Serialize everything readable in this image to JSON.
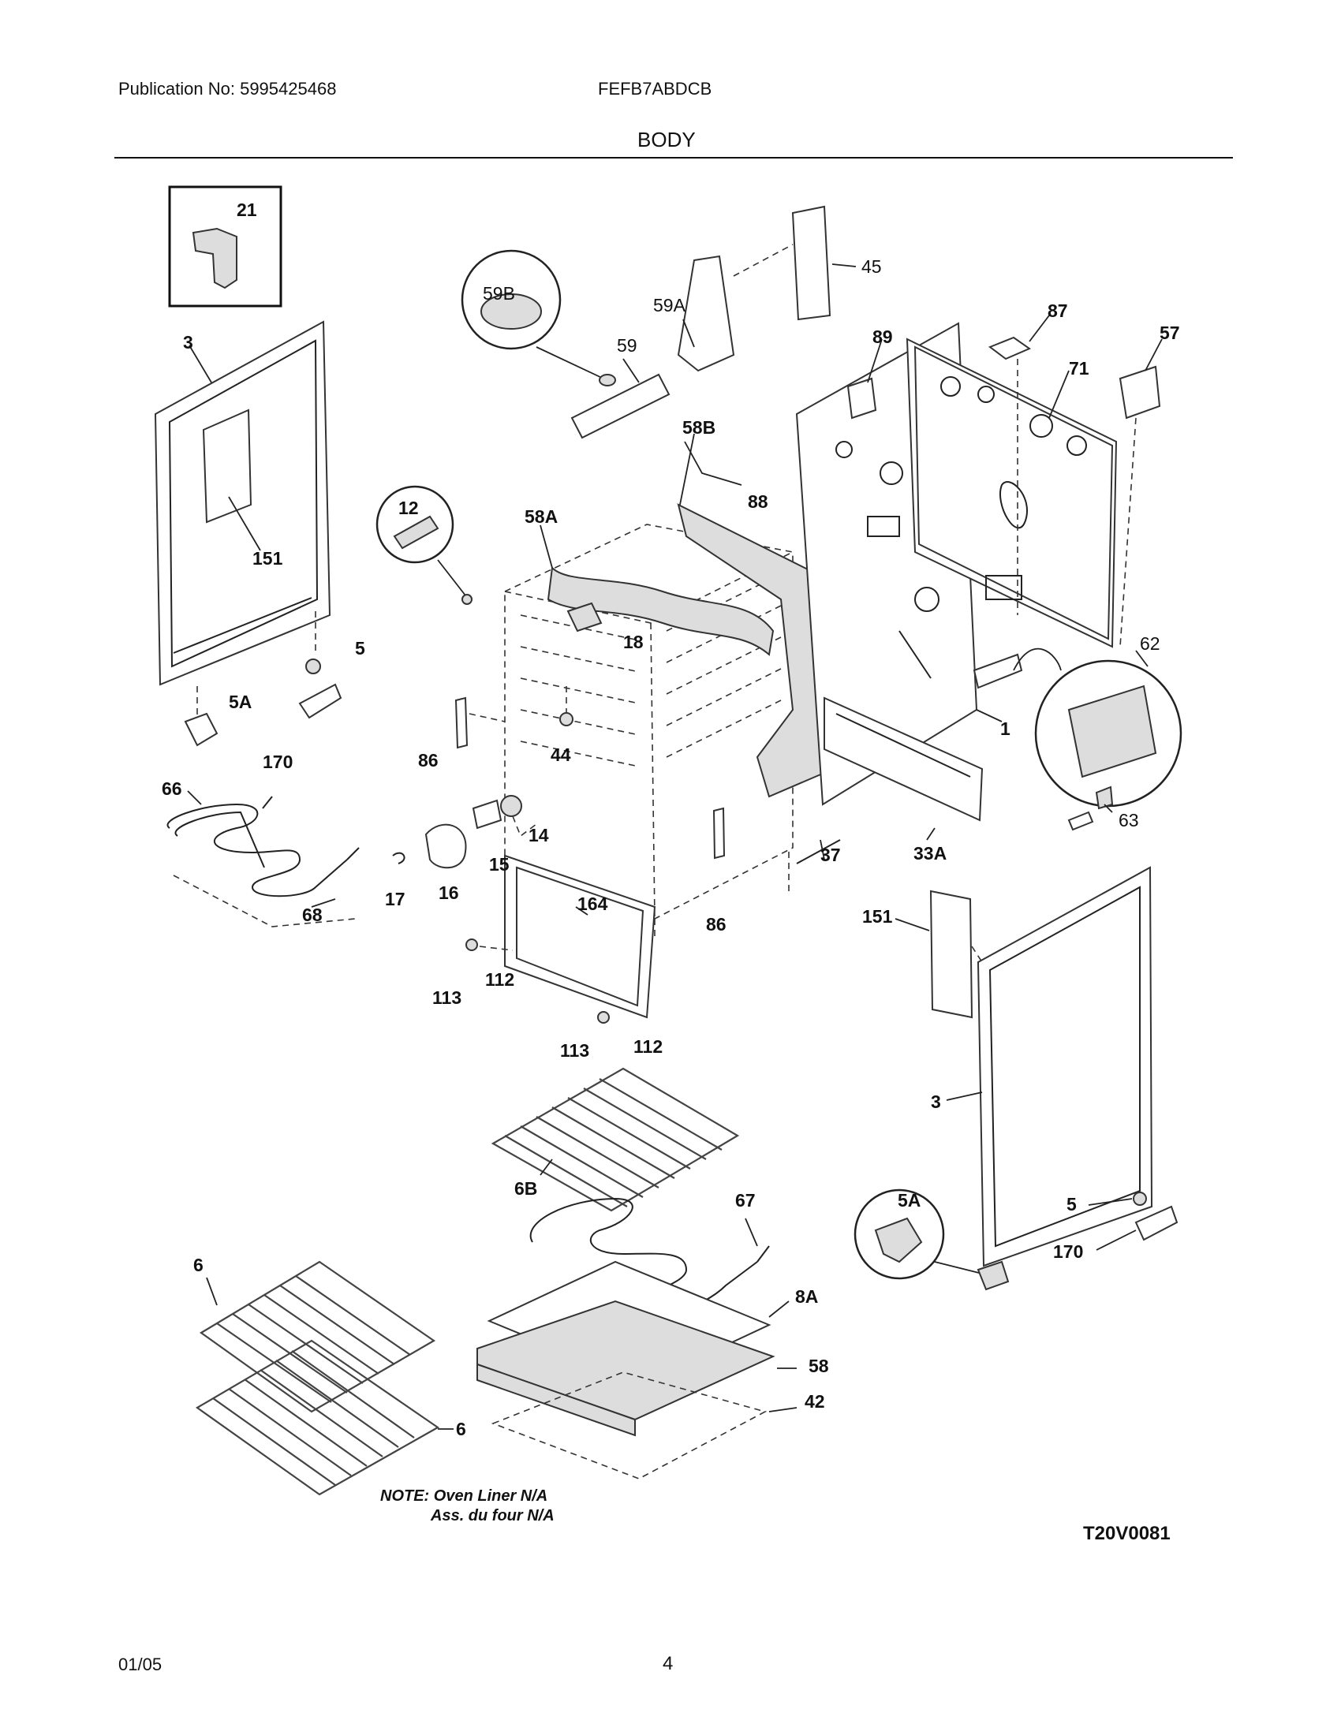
{
  "header": {
    "publication": "Publication No: 5995425468",
    "model": "FEFB7ABDCB",
    "section_title": "BODY"
  },
  "diagram": {
    "labels": {
      "p21": "21",
      "p45": "45",
      "p59A": "59A",
      "p59": "59",
      "p59B": "59B",
      "p87": "87",
      "p57": "57",
      "p89": "89",
      "p71": "71",
      "p3a": "3",
      "p151a": "151",
      "p12": "12",
      "p58A": "58A",
      "p58B": "58B",
      "p88": "88",
      "p18": "18",
      "p5a": "5",
      "p5Aa": "5A",
      "p170a": "170",
      "p86a": "86",
      "p44": "44",
      "p1": "1",
      "p62": "62",
      "p63": "63",
      "p66": "66",
      "p14": "14",
      "p15": "15",
      "p16": "16",
      "p17": "17",
      "p68": "68",
      "p33A": "33A",
      "p37": "37",
      "p86b": "86",
      "p164": "164",
      "p113a": "113",
      "p112a": "112",
      "p113b": "113",
      "p112b": "112",
      "p151b": "151",
      "p3b": "3",
      "p6B": "6B",
      "p67": "67",
      "p5Ab": "5A",
      "p5b": "5",
      "p170b": "170",
      "p6a": "6",
      "p8A": "8A",
      "p58": "58",
      "p42": "42",
      "p6b": "6"
    },
    "note_line1": "NOTE: Oven Liner N/A",
    "note_line2": "Ass. du four N/A",
    "drawing_code": "T20V0081"
  },
  "footer": {
    "date": "01/05",
    "page": "4"
  }
}
